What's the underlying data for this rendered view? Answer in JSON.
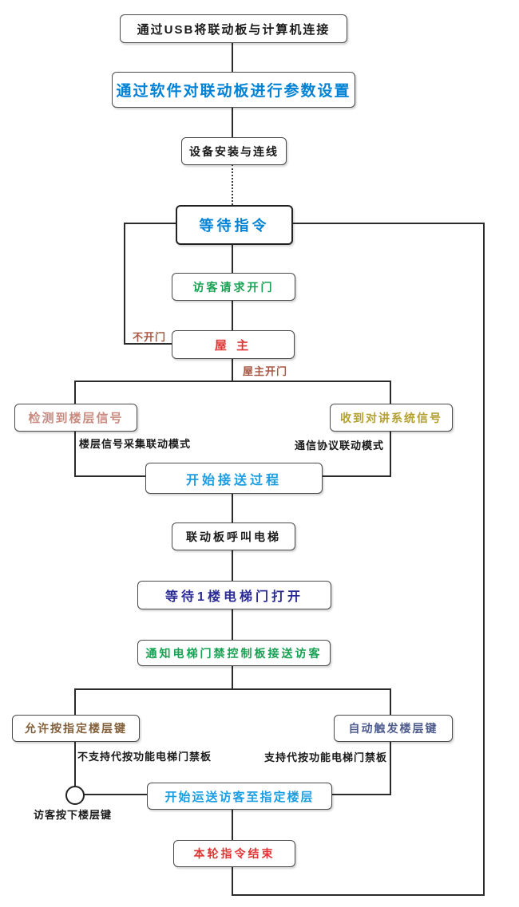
{
  "flowchart": {
    "nodes": {
      "usb_connect": {
        "label": "通过USB将联动板与计算机连接",
        "color": "#1A1A1A"
      },
      "software_setup": {
        "label": "通过软件对联动板进行参数设置",
        "color": "#0082D6"
      },
      "device_install": {
        "label": "设备安装与连线",
        "color": "#1A1A1A"
      },
      "wait_command": {
        "label": "等待指令",
        "color": "#0082D6"
      },
      "visitor_request": {
        "label": "访客请求开门",
        "color": "#17A253"
      },
      "owner": {
        "label": "屋 主",
        "color": "#E23434"
      },
      "detect_floor_signal": {
        "label": "检测到楼层信号",
        "color": "#C98B80"
      },
      "intercom_signal": {
        "label": "收到对讲系统信号",
        "color": "#B3A030"
      },
      "start_pickup": {
        "label": "开始接送过程",
        "color": "#1B9DE2"
      },
      "call_elevator": {
        "label": "联动板呼叫电梯",
        "color": "#1A1A1A"
      },
      "wait_elevator_door": {
        "label": "等待1楼电梯门打开",
        "color": "#2B2B96"
      },
      "notify_access_board": {
        "label": "通知电梯门禁控制板接送访客",
        "color": "#17A253"
      },
      "allow_floor_key": {
        "label": "允许按指定楼层键",
        "color": "#83603B"
      },
      "auto_trigger_key": {
        "label": "自动触发楼层键",
        "color": "#4E5C8E"
      },
      "transport_visitor": {
        "label": "开始运送访客至指定楼层",
        "color": "#1B9DE2"
      },
      "end_command": {
        "label": "本轮指令结束",
        "color": "#E23434"
      }
    },
    "edge_labels": {
      "no_open": {
        "label": "不开门",
        "color": "#A85844"
      },
      "owner_open": {
        "label": "屋主开门",
        "color": "#A85844"
      },
      "floor_signal_mode": {
        "label": "楼层信号采集联动模式",
        "color": "#1A1A1A"
      },
      "protocol_mode": {
        "label": "通信协议联动模式",
        "color": "#1A1A1A"
      },
      "no_proxy_press": {
        "label": "不支持代按功能电梯门禁板",
        "color": "#1A1A1A"
      },
      "proxy_press": {
        "label": "支持代按功能电梯门禁板",
        "color": "#1A1A1A"
      },
      "visitor_press_key": {
        "label": "访客按下楼层键",
        "color": "#1A1A1A"
      }
    },
    "line_color": "#2b2b2b"
  }
}
